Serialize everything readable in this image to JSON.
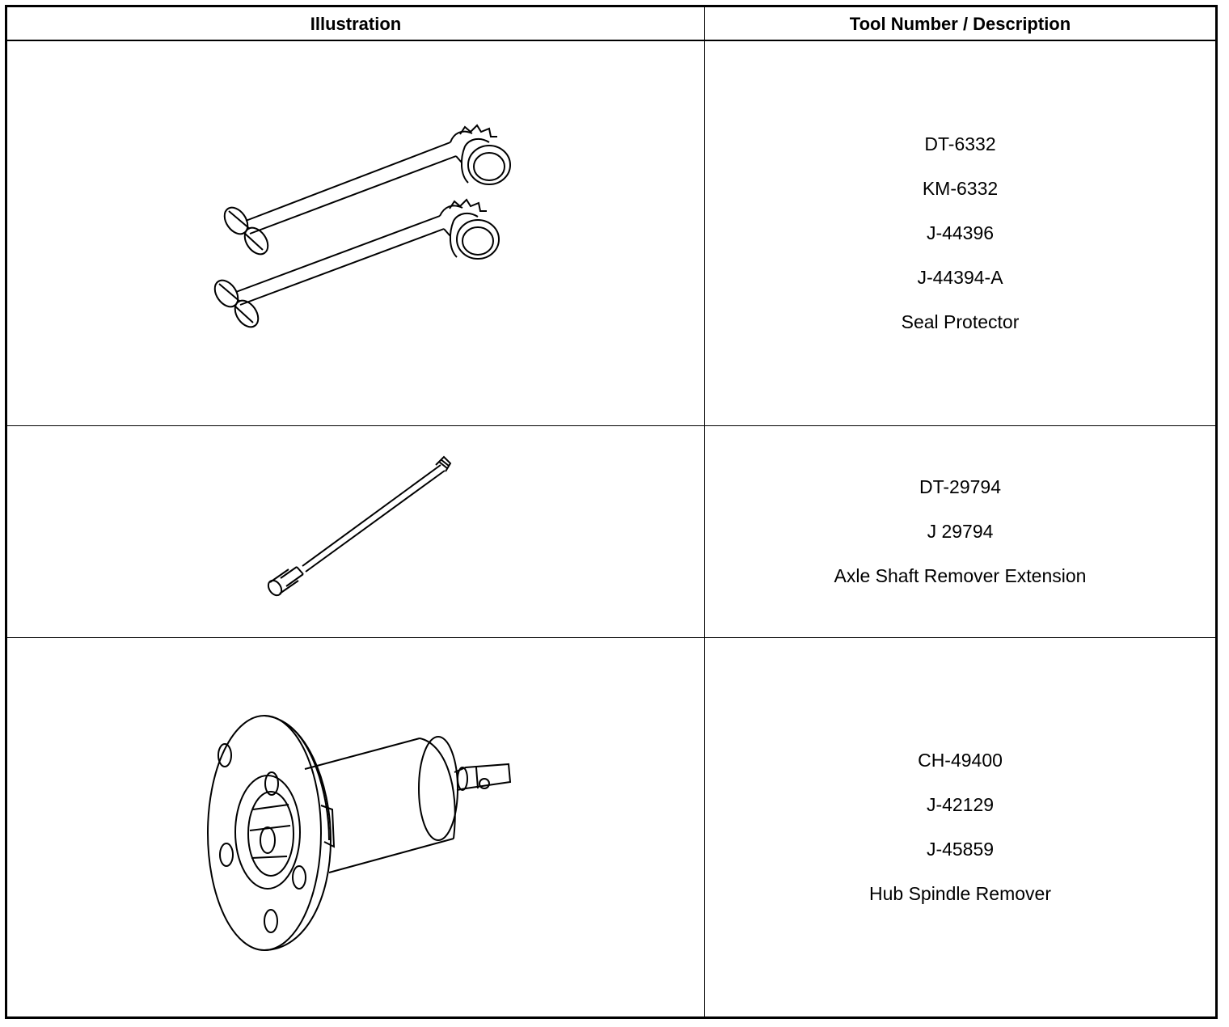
{
  "table": {
    "headers": [
      "Illustration",
      "Tool Number / Description"
    ],
    "rows": [
      {
        "illustration_icon": "seal-protector-icon",
        "lines": [
          "DT-6332",
          "KM-6332",
          "J-44396",
          "J-44394-A",
          "Seal Protector"
        ]
      },
      {
        "illustration_icon": "axle-shaft-remover-extension-icon",
        "lines": [
          "DT-29794",
          "J 29794",
          "Axle Shaft Remover Extension"
        ]
      },
      {
        "illustration_icon": "hub-spindle-remover-icon",
        "lines": [
          "CH-49400",
          "J-42129",
          "J-45859",
          "Hub Spindle Remover"
        ]
      }
    ]
  }
}
